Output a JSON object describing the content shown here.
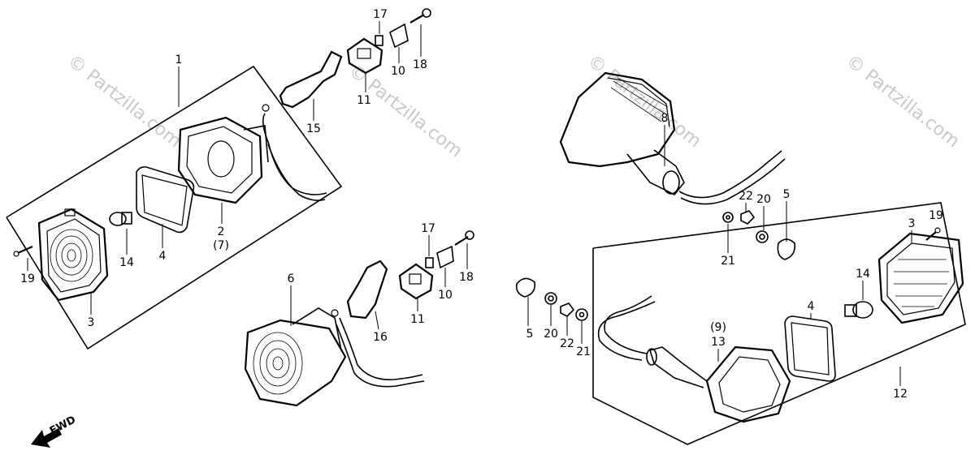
{
  "watermarks": [
    "© Partzilla.com",
    "© Partzilla.com",
    "© Partzilla.com",
    "© Partzilla.com"
  ],
  "forward_label": "FWD",
  "callouts": [
    {
      "text": "1"
    },
    {
      "text": "2"
    },
    {
      "text": "(7)"
    },
    {
      "text": "3"
    },
    {
      "text": "4"
    },
    {
      "text": "14"
    },
    {
      "text": "19"
    },
    {
      "text": "15"
    },
    {
      "text": "11"
    },
    {
      "text": "17"
    },
    {
      "text": "10"
    },
    {
      "text": "18"
    },
    {
      "text": "6"
    },
    {
      "text": "16"
    },
    {
      "text": "11"
    },
    {
      "text": "17"
    },
    {
      "text": "10"
    },
    {
      "text": "18"
    },
    {
      "text": "8"
    },
    {
      "text": "22"
    },
    {
      "text": "20"
    },
    {
      "text": "5"
    },
    {
      "text": "21"
    },
    {
      "text": "3"
    },
    {
      "text": "19"
    },
    {
      "text": "14"
    },
    {
      "text": "4"
    },
    {
      "text": "(9)"
    },
    {
      "text": "13"
    },
    {
      "text": "12"
    },
    {
      "text": "5"
    },
    {
      "text": "20"
    },
    {
      "text": "22"
    },
    {
      "text": "21"
    }
  ]
}
